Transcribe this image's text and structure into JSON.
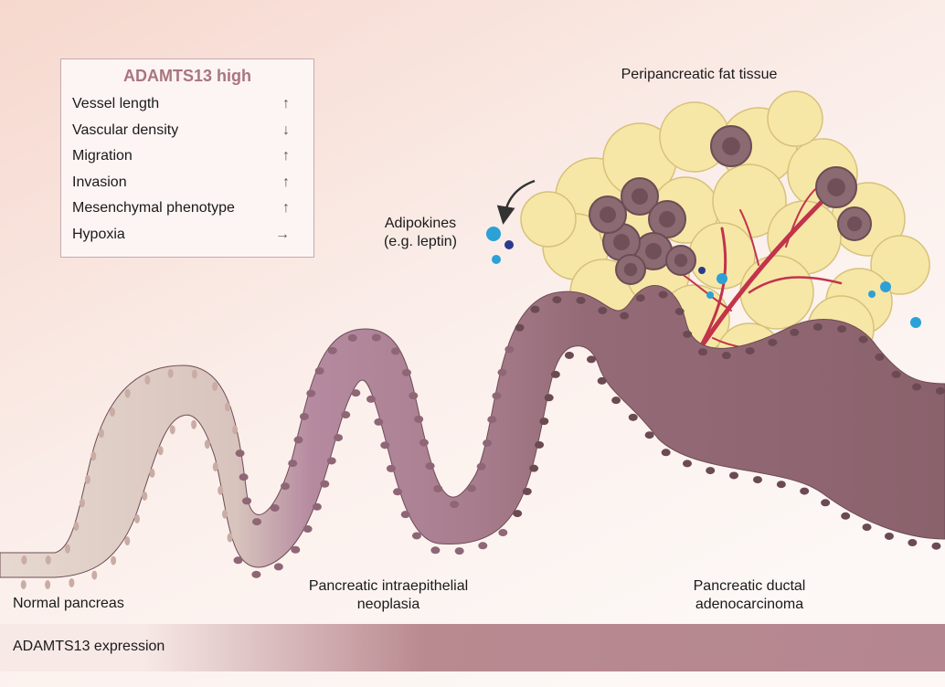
{
  "legend": {
    "title": "ADAMTS13 high",
    "title_color": "#a9757f",
    "rows": [
      {
        "label": "Vessel length",
        "arrow": "↑"
      },
      {
        "label": "Vascular density",
        "arrow": "↓"
      },
      {
        "label": "Migration",
        "arrow": "↑"
      },
      {
        "label": "Invasion",
        "arrow": "↑"
      },
      {
        "label": "Mesenchymal phenotype",
        "arrow": "↑"
      },
      {
        "label": "Hypoxia",
        "arrow": "→"
      }
    ]
  },
  "labels": {
    "fat_tissue": "Peripancreatic fat tissue",
    "adipokines_line1": "Adipokines",
    "adipokines_line2": "(e.g. leptin)",
    "normal": "Normal pancreas",
    "panin_line1": "Pancreatic intraepithelial",
    "panin_line2": "neoplasia",
    "pdac_line1": "Pancreatic ductal",
    "pdac_line2": "adenocarcinoma"
  },
  "expression_bar": {
    "label": "ADAMTS13 expression",
    "color_low": "#f7e9e6",
    "color_high": "#b98a90"
  },
  "colors": {
    "background_top_left": "#f6dcd3",
    "background_bottom": "#fcf7f5",
    "normal_tissue": "#e4d4cc",
    "panin_tissue": "#b7889c",
    "pdac_tissue": "#8f6771",
    "fat_cell": "#f7e7a6",
    "fat_outline": "#d6c17a",
    "vessel": "#c2334c",
    "adipokine_light": "#2ba1d6",
    "adipokine_dark": "#2a3a8c"
  }
}
